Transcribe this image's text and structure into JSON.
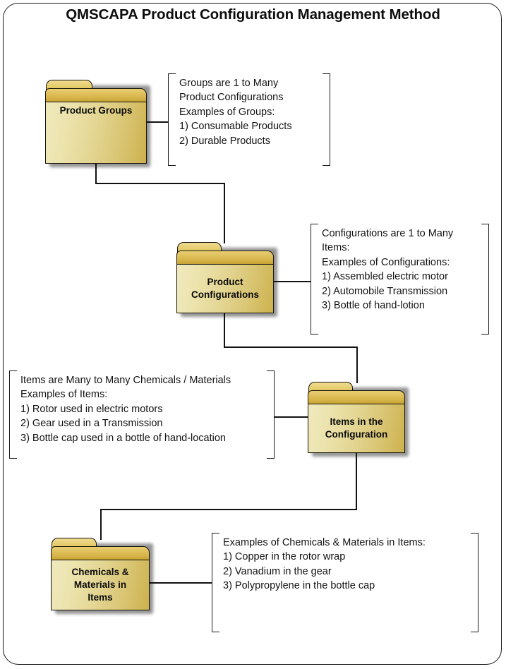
{
  "diagram": {
    "title": "QMSCAPA Product Configuration Management Method",
    "colors": {
      "folder_tab": "#e3c864",
      "folder_band": "#d9b84e",
      "folder_body_light": "#efe9bd",
      "folder_body_dark": "#cdb14e",
      "outline": "#17140b",
      "text": "#131313"
    },
    "nodes": [
      {
        "id": "product-groups",
        "label": "Product Groups",
        "label_lines": [
          "Product Groups"
        ],
        "note_lines": [
          "Groups are 1 to Many",
          "Product Configurations",
          "Examples of Groups:",
          "1) Consumable Products",
          "2) Durable Products"
        ]
      },
      {
        "id": "product-configurations",
        "label": "Product Configurations",
        "label_lines": [
          "Product",
          "Configurations"
        ],
        "note_lines": [
          "Configurations are 1 to Many",
          "Items:",
          "Examples of Configurations:",
          "1) Assembled electric motor",
          "2) Automobile Transmission",
          "3) Bottle of hand-lotion"
        ]
      },
      {
        "id": "items-in-the-configuration",
        "label": "Items in the Configuration",
        "label_lines": [
          "Items in the",
          "Configuration"
        ],
        "note_lines": [
          "Items are Many to Many Chemicals / Materials",
          "Examples of Items:",
          "1) Rotor used in electric motors",
          "2) Gear used in a Transmission",
          "3) Bottle cap used in a bottle of hand-location"
        ]
      },
      {
        "id": "chemicals-materials-in-items",
        "label": "Chemicals & Materials in Items",
        "label_lines": [
          "Chemicals &",
          "Materials in",
          "Items"
        ],
        "note_lines": [
          "Examples of Chemicals & Materials in Items:",
          "1) Copper in the rotor wrap",
          "2) Vanadium in the gear",
          "3) Polypropylene in the bottle cap"
        ]
      }
    ]
  }
}
